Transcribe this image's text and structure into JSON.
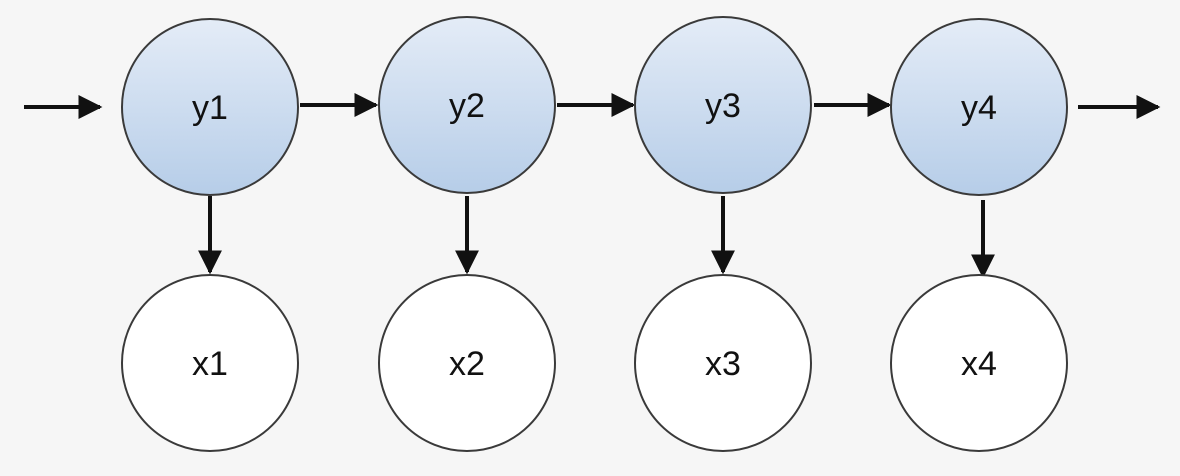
{
  "diagram": {
    "colors": {
      "background": "#f6f6f6",
      "hidden_fill_top": "#e4ecf7",
      "hidden_fill_bottom": "#b6cde8",
      "observed_fill": "#ffffff",
      "node_stroke": "#3a3a3a",
      "arrow": "#111111"
    },
    "hidden_nodes": [
      {
        "label": "y1"
      },
      {
        "label": "y2"
      },
      {
        "label": "y3"
      },
      {
        "label": "y4"
      }
    ],
    "observed_nodes": [
      {
        "label": "x1"
      },
      {
        "label": "x2"
      },
      {
        "label": "x3"
      },
      {
        "label": "x4"
      }
    ]
  }
}
